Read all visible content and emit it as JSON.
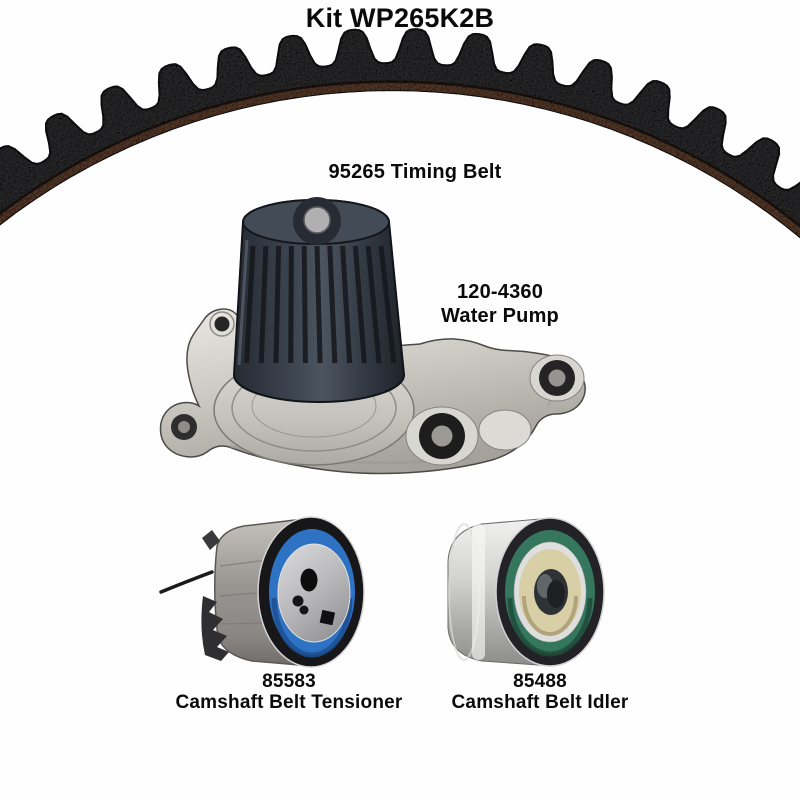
{
  "kit": {
    "title": "Kit WP265K2B"
  },
  "parts": [
    {
      "part_number": "95265",
      "name": "Timing Belt",
      "label": "95265 Timing Belt"
    },
    {
      "part_number": "120-4360",
      "name": "Water Pump"
    },
    {
      "part_number": "85583",
      "name": "Camshaft Belt Tensioner"
    },
    {
      "part_number": "85488",
      "name": "Camshaft Belt Idler"
    }
  ],
  "colors": {
    "background": "#ffffff",
    "text": "#0a0a0a",
    "belt_rubber": "#3c3c3e",
    "belt_outline": "#1d1d1f",
    "belt_inner_edge": "#76503a",
    "belt_inner_edge_dark": "#2b1f16",
    "pump_body_silver": "#cac8c3",
    "pump_drum_slate": "#3e4651",
    "tensioner_blue": "#2e72c4",
    "idler_seal_teal": "#35775e",
    "idler_bearing_cream": "#d9cfa6",
    "steel_gray": "#b9b6b2"
  }
}
